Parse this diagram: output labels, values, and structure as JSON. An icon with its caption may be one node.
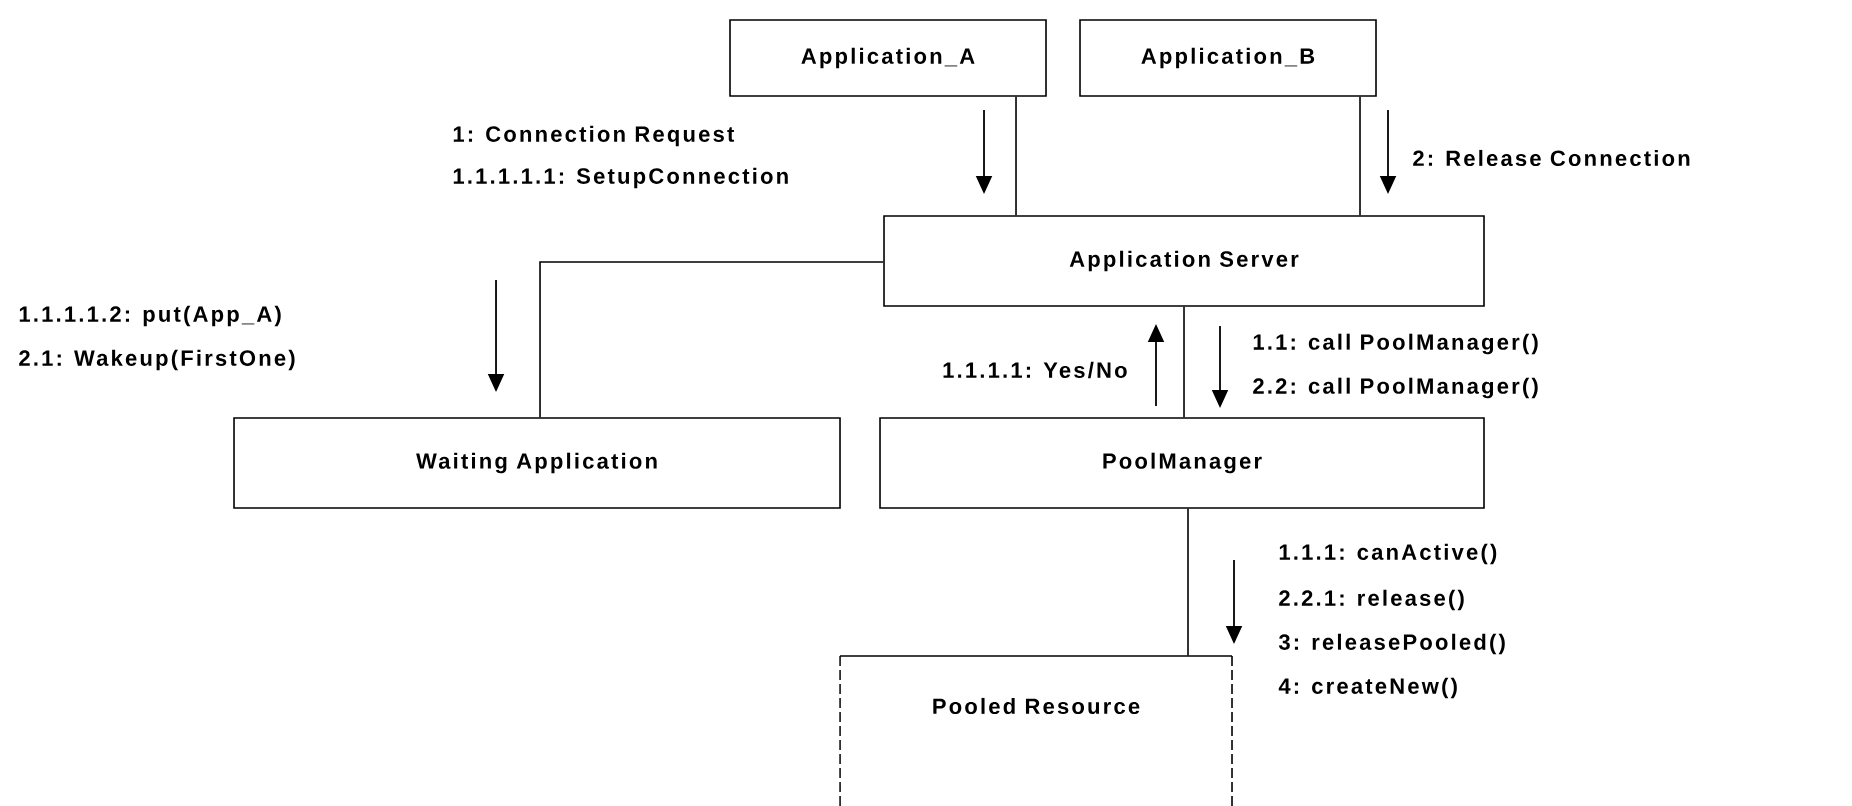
{
  "diagram": {
    "nodes": [
      {
        "text": [
          "Application_A"
        ]
      },
      {
        "text": [
          "Application_B"
        ]
      },
      {
        "text": [
          "Application Server"
        ]
      },
      {
        "text": [
          "Waiting Application"
        ]
      },
      {
        "text": [
          "PoolManager"
        ]
      },
      {
        "text": [
          "Pooled Resource"
        ]
      }
    ],
    "edges": [
      {
        "from": 0,
        "to": 2,
        "arrow": "none"
      },
      {
        "from": 1,
        "to": 2,
        "arrow": "none"
      },
      {
        "from": 2,
        "to": 3,
        "arrow": "none"
      },
      {
        "from": 2,
        "to": 4,
        "arrow": "none"
      },
      {
        "from": 4,
        "to": 5,
        "arrow": "none"
      }
    ],
    "labels": [
      "1: Connection Request",
      "1.1.1.1.1: SetupConnection",
      "2: Release Connection",
      "1.1.1.1.2: put(App_A)",
      "2.1: Wakeup(FirstOne)",
      "1.1.1.1: Yes/No",
      "1.1: call PoolManager()",
      "2.2: call PoolManager()",
      "1.1.1: canActive()",
      "2.2.1: release()",
      "3: releasePooled()",
      "4: createNew()"
    ]
  }
}
